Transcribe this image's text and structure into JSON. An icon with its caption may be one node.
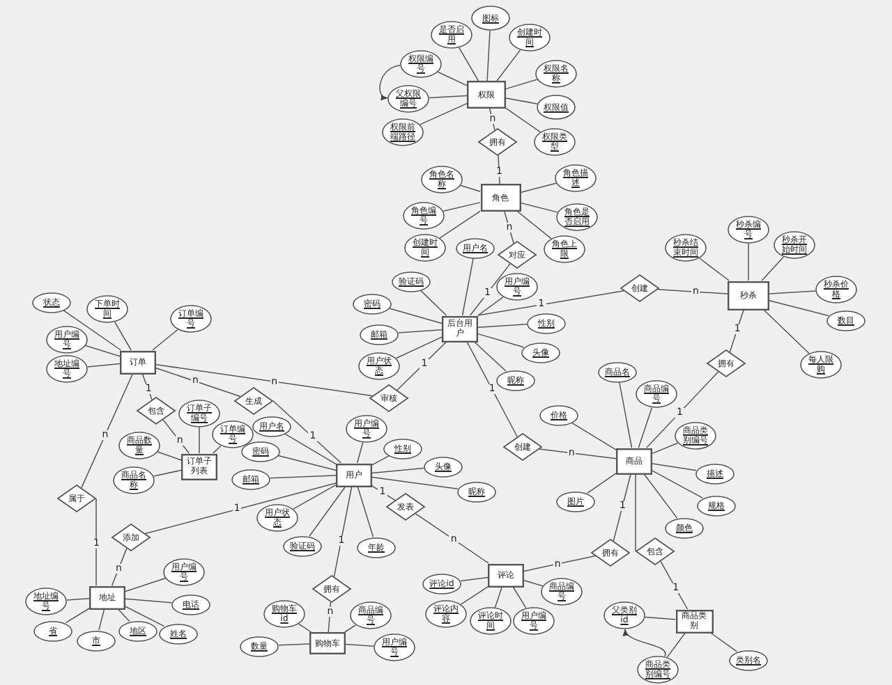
{
  "diagram": {
    "nodes": [
      {
        "text": [
          "权限"
        ]
      },
      {
        "text": [
          "图标"
        ]
      },
      {
        "text": [
          "是否启用"
        ]
      },
      {
        "text": [
          "创建时间"
        ]
      },
      {
        "text": [
          "权限编号"
        ]
      },
      {
        "text": [
          "父权限编号"
        ]
      },
      {
        "text": [
          "权限前端路径"
        ]
      },
      {
        "text": [
          "权限名称"
        ]
      },
      {
        "text": [
          "权限值"
        ]
      },
      {
        "text": [
          "权限类型"
        ]
      },
      {
        "text": [
          "拥有"
        ]
      },
      {
        "text": [
          "角色"
        ]
      },
      {
        "text": [
          "角色名称"
        ]
      },
      {
        "text": [
          "角色编号"
        ]
      },
      {
        "text": [
          "创建时间"
        ]
      },
      {
        "text": [
          "角色描述"
        ]
      },
      {
        "text": [
          "角色是否启用"
        ]
      },
      {
        "text": [
          "角色上限"
        ]
      },
      {
        "text": [
          "对应"
        ]
      },
      {
        "text": [
          "秒杀"
        ]
      },
      {
        "text": [
          "秒杀结束时间"
        ]
      },
      {
        "text": [
          "秒杀编号"
        ]
      },
      {
        "text": [
          "秒杀开始时间"
        ]
      },
      {
        "text": [
          "秒杀价格"
        ]
      },
      {
        "text": [
          "数目"
        ]
      },
      {
        "text": [
          "每人限购"
        ]
      },
      {
        "text": [
          "创建"
        ]
      },
      {
        "text": [
          "后台用户"
        ]
      },
      {
        "text": [
          "用户名"
        ]
      },
      {
        "text": [
          "用户编号"
        ]
      },
      {
        "text": [
          "验证码"
        ]
      },
      {
        "text": [
          "密码"
        ]
      },
      {
        "text": [
          "邮箱"
        ]
      },
      {
        "text": [
          "用户状态"
        ]
      },
      {
        "text": [
          "性别"
        ]
      },
      {
        "text": [
          "头像"
        ]
      },
      {
        "text": [
          "昵称"
        ]
      },
      {
        "text": [
          "订单"
        ]
      },
      {
        "text": [
          "状态"
        ]
      },
      {
        "text": [
          "下单时间"
        ]
      },
      {
        "text": [
          "订单编号"
        ]
      },
      {
        "text": [
          "用户编号"
        ]
      },
      {
        "text": [
          "地址编号"
        ]
      },
      {
        "text": [
          "审核"
        ]
      },
      {
        "text": [
          "生成"
        ]
      },
      {
        "text": [
          "包含"
        ]
      },
      {
        "text": [
          "拥有"
        ]
      },
      {
        "text": [
          "商品"
        ]
      },
      {
        "text": [
          "商品名"
        ]
      },
      {
        "text": [
          "商品编号"
        ]
      },
      {
        "text": [
          "价格"
        ]
      },
      {
        "text": [
          "商品类别编号"
        ]
      },
      {
        "text": [
          "描述"
        ]
      },
      {
        "text": [
          "规格"
        ]
      },
      {
        "text": [
          "颜色"
        ]
      },
      {
        "text": [
          "图片"
        ]
      },
      {
        "text": [
          "创建"
        ]
      },
      {
        "text": [
          "订单子列表"
        ]
      },
      {
        "text": [
          "订单子编号"
        ]
      },
      {
        "text": [
          "订单编号"
        ]
      },
      {
        "text": [
          "商品数量"
        ]
      },
      {
        "text": [
          "商品名称"
        ]
      },
      {
        "text": [
          "用户"
        ]
      },
      {
        "text": [
          "用户名"
        ]
      },
      {
        "text": [
          "用户编号"
        ]
      },
      {
        "text": [
          "密码"
        ]
      },
      {
        "text": [
          "性别"
        ]
      },
      {
        "text": [
          "头像"
        ]
      },
      {
        "text": [
          "邮箱"
        ]
      },
      {
        "text": [
          "昵称"
        ]
      },
      {
        "text": [
          "用户状态"
        ]
      },
      {
        "text": [
          "验证码"
        ]
      },
      {
        "text": [
          "年龄"
        ]
      },
      {
        "text": [
          "属于"
        ]
      },
      {
        "text": [
          "添加"
        ]
      },
      {
        "text": [
          "发表"
        ]
      },
      {
        "text": [
          "拥有"
        ]
      },
      {
        "text": [
          "包含"
        ]
      },
      {
        "text": [
          "地址"
        ]
      },
      {
        "text": [
          "地址编号"
        ]
      },
      {
        "text": [
          "省"
        ]
      },
      {
        "text": [
          "市"
        ]
      },
      {
        "text": [
          "地区"
        ]
      },
      {
        "text": [
          "姓名"
        ]
      },
      {
        "text": [
          "电话"
        ]
      },
      {
        "text": [
          "用户编号"
        ]
      },
      {
        "text": [
          "拥有"
        ]
      },
      {
        "text": [
          "购物车"
        ]
      },
      {
        "text": [
          "购物车id"
        ]
      },
      {
        "text": [
          "数量"
        ]
      },
      {
        "text": [
          "商品编号"
        ]
      },
      {
        "text": [
          "用户编号"
        ]
      },
      {
        "text": [
          "评论"
        ]
      },
      {
        "text": [
          "评论id"
        ]
      },
      {
        "text": [
          "评论内容"
        ]
      },
      {
        "text": [
          "评论时间"
        ]
      },
      {
        "text": [
          "用户编号"
        ]
      },
      {
        "text": [
          "商品编号"
        ]
      },
      {
        "text": [
          "商品类别"
        ]
      },
      {
        "text": [
          "父类别id"
        ]
      },
      {
        "text": [
          "商品类别编号"
        ]
      },
      {
        "text": [
          "类别名"
        ]
      }
    ],
    "edges": [
      {
        "from": 0,
        "to": 1,
        "arrow": "none"
      },
      {
        "from": 0,
        "to": 2,
        "arrow": "none"
      },
      {
        "from": 0,
        "to": 3,
        "arrow": "none"
      },
      {
        "from": 0,
        "to": 4,
        "arrow": "none"
      },
      {
        "from": 0,
        "to": 5,
        "arrow": "none"
      },
      {
        "from": 0,
        "to": 6,
        "arrow": "none"
      },
      {
        "from": 0,
        "to": 7,
        "arrow": "none"
      },
      {
        "from": 0,
        "to": 8,
        "arrow": "none"
      },
      {
        "from": 0,
        "to": 9,
        "arrow": "none"
      },
      {
        "from": 11,
        "to": 12,
        "arrow": "none"
      },
      {
        "from": 11,
        "to": 13,
        "arrow": "none"
      },
      {
        "from": 11,
        "to": 14,
        "arrow": "none"
      },
      {
        "from": 11,
        "to": 15,
        "arrow": "none"
      },
      {
        "from": 11,
        "to": 16,
        "arrow": "none"
      },
      {
        "from": 11,
        "to": 17,
        "arrow": "none"
      },
      {
        "from": 19,
        "to": 20,
        "arrow": "none"
      },
      {
        "from": 19,
        "to": 21,
        "arrow": "none"
      },
      {
        "from": 19,
        "to": 22,
        "arrow": "none"
      },
      {
        "from": 19,
        "to": 23,
        "arrow": "none"
      },
      {
        "from": 19,
        "to": 24,
        "arrow": "none"
      },
      {
        "from": 19,
        "to": 25,
        "arrow": "none"
      },
      {
        "from": 27,
        "to": 28,
        "arrow": "none"
      },
      {
        "from": 27,
        "to": 29,
        "arrow": "none"
      },
      {
        "from": 27,
        "to": 30,
        "arrow": "none"
      },
      {
        "from": 27,
        "to": 31,
        "arrow": "none"
      },
      {
        "from": 27,
        "to": 32,
        "arrow": "none"
      },
      {
        "from": 27,
        "to": 33,
        "arrow": "none"
      },
      {
        "from": 27,
        "to": 34,
        "arrow": "none"
      },
      {
        "from": 27,
        "to": 35,
        "arrow": "none"
      },
      {
        "from": 27,
        "to": 36,
        "arrow": "none"
      },
      {
        "from": 37,
        "to": 38,
        "arrow": "none"
      },
      {
        "from": 37,
        "to": 39,
        "arrow": "none"
      },
      {
        "from": 37,
        "to": 40,
        "arrow": "none"
      },
      {
        "from": 37,
        "to": 41,
        "arrow": "none"
      },
      {
        "from": 37,
        "to": 42,
        "arrow": "none"
      },
      {
        "from": 47,
        "to": 48,
        "arrow": "none"
      },
      {
        "from": 47,
        "to": 49,
        "arrow": "none"
      },
      {
        "from": 47,
        "to": 50,
        "arrow": "none"
      },
      {
        "from": 47,
        "to": 51,
        "arrow": "none"
      },
      {
        "from": 47,
        "to": 52,
        "arrow": "none"
      },
      {
        "from": 47,
        "to": 53,
        "arrow": "none"
      },
      {
        "from": 47,
        "to": 54,
        "arrow": "none"
      },
      {
        "from": 47,
        "to": 55,
        "arrow": "none"
      },
      {
        "from": 57,
        "to": 58,
        "arrow": "none"
      },
      {
        "from": 57,
        "to": 59,
        "arrow": "none"
      },
      {
        "from": 57,
        "to": 60,
        "arrow": "none"
      },
      {
        "from": 57,
        "to": 61,
        "arrow": "none"
      },
      {
        "from": 62,
        "to": 63,
        "arrow": "none"
      },
      {
        "from": 62,
        "to": 64,
        "arrow": "none"
      },
      {
        "from": 62,
        "to": 65,
        "arrow": "none"
      },
      {
        "from": 62,
        "to": 66,
        "arrow": "none"
      },
      {
        "from": 62,
        "to": 67,
        "arrow": "none"
      },
      {
        "from": 62,
        "to": 68,
        "arrow": "none"
      },
      {
        "from": 62,
        "to": 69,
        "arrow": "none"
      },
      {
        "from": 62,
        "to": 70,
        "arrow": "none"
      },
      {
        "from": 62,
        "to": 71,
        "arrow": "none"
      },
      {
        "from": 62,
        "to": 72,
        "arrow": "none"
      },
      {
        "from": 78,
        "to": 79,
        "arrow": "none"
      },
      {
        "from": 78,
        "to": 80,
        "arrow": "none"
      },
      {
        "from": 78,
        "to": 81,
        "arrow": "none"
      },
      {
        "from": 78,
        "to": 82,
        "arrow": "none"
      },
      {
        "from": 78,
        "to": 83,
        "arrow": "none"
      },
      {
        "from": 78,
        "to": 84,
        "arrow": "none"
      },
      {
        "from": 78,
        "to": 85,
        "arrow": "none"
      },
      {
        "from": 87,
        "to": 88,
        "arrow": "none"
      },
      {
        "from": 87,
        "to": 89,
        "arrow": "none"
      },
      {
        "from": 87,
        "to": 90,
        "arrow": "none"
      },
      {
        "from": 87,
        "to": 91,
        "arrow": "none"
      },
      {
        "from": 92,
        "to": 93,
        "arrow": "none"
      },
      {
        "from": 92,
        "to": 94,
        "arrow": "none"
      },
      {
        "from": 92,
        "to": 95,
        "arrow": "none"
      },
      {
        "from": 92,
        "to": 96,
        "arrow": "none"
      },
      {
        "from": 92,
        "to": 97,
        "arrow": "none"
      },
      {
        "from": 98,
        "to": 99,
        "arrow": "none"
      },
      {
        "from": 98,
        "to": 100,
        "arrow": "none"
      },
      {
        "from": 98,
        "to": 101,
        "arrow": "none"
      },
      {
        "from": 0,
        "to": 10,
        "arrow": "none",
        "label": "n"
      },
      {
        "from": 10,
        "to": 11,
        "arrow": "none",
        "label": "1"
      },
      {
        "from": 11,
        "to": 18,
        "arrow": "none",
        "label": "n"
      },
      {
        "from": 18,
        "to": 27,
        "arrow": "none",
        "label": "1"
      },
      {
        "from": 27,
        "to": 26,
        "arrow": "none",
        "label": "1"
      },
      {
        "from": 26,
        "to": 19,
        "arrow": "none",
        "label": "n"
      },
      {
        "from": 19,
        "to": 46,
        "arrow": "none",
        "label": "1"
      },
      {
        "from": 46,
        "to": 47,
        "arrow": "none",
        "label": "1"
      },
      {
        "from": 27,
        "to": 56,
        "arrow": "none",
        "label": "1"
      },
      {
        "from": 56,
        "to": 47,
        "arrow": "none",
        "label": "n"
      },
      {
        "from": 37,
        "to": 43,
        "arrow": "none",
        "label": "n"
      },
      {
        "from": 43,
        "to": 27,
        "arrow": "none",
        "label": "1"
      },
      {
        "from": 37,
        "to": 44,
        "arrow": "none",
        "label": "n"
      },
      {
        "from": 44,
        "to": 62,
        "arrow": "none",
        "label": "1"
      },
      {
        "from": 37,
        "to": 45,
        "arrow": "none",
        "label": "1"
      },
      {
        "from": 45,
        "to": 57,
        "arrow": "none",
        "label": "n"
      },
      {
        "from": 37,
        "to": 73,
        "arrow": "none",
        "label": "n"
      },
      {
        "from": 73,
        "to": 78,
        "arrow": "none",
        "label": "1"
      },
      {
        "from": 62,
        "to": 74,
        "arrow": "none",
        "label": "1"
      },
      {
        "from": 74,
        "to": 78,
        "arrow": "none",
        "label": "n"
      },
      {
        "from": 62,
        "to": 75,
        "arrow": "none",
        "label": "1"
      },
      {
        "from": 75,
        "to": 92,
        "arrow": "none",
        "label": "n"
      },
      {
        "from": 62,
        "to": 86,
        "arrow": "none",
        "label": "1"
      },
      {
        "from": 86,
        "to": 87,
        "arrow": "none",
        "label": "n"
      },
      {
        "from": 47,
        "to": 76,
        "arrow": "none",
        "label": "1"
      },
      {
        "from": 76,
        "to": 92,
        "arrow": "none",
        "label": "n"
      },
      {
        "from": 47,
        "to": 77,
        "arrow": "none"
      },
      {
        "from": 77,
        "to": 98,
        "arrow": "none",
        "label": "1"
      },
      {
        "from": 4,
        "to": 5,
        "arrow": "to"
      },
      {
        "from": 100,
        "to": 99,
        "arrow": "to"
      }
    ]
  }
}
